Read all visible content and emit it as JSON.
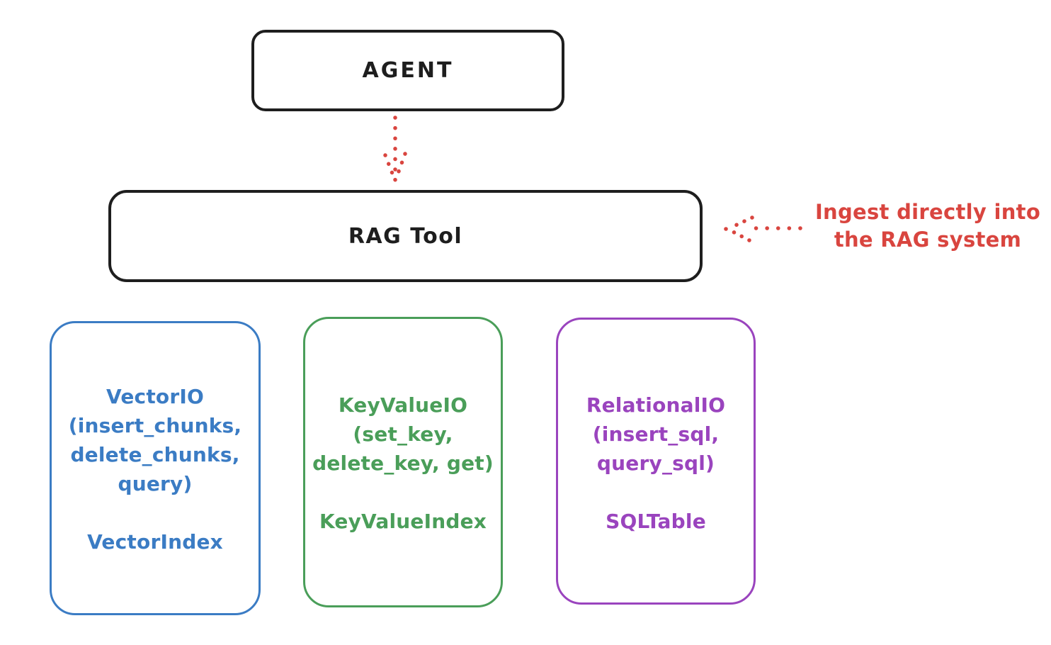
{
  "agent": {
    "label": "AGENT"
  },
  "rag_tool": {
    "label": "RAG Tool"
  },
  "annotation": {
    "line1": "Ingest directly into",
    "line2": "the RAG system"
  },
  "arrows": {
    "agent_to_rag": "dotted-red-arrow-down",
    "annotation_to_rag": "dotted-red-arrow-left"
  },
  "io_boxes": [
    {
      "name": "vector-io",
      "accent": "#3b7cc4",
      "lines": [
        "VectorIO",
        "(insert_chunks,",
        "delete_chunks,",
        "query)"
      ],
      "index_label": "VectorIndex"
    },
    {
      "name": "key-value-io",
      "accent": "#4a9e59",
      "lines": [
        "KeyValueIO",
        "(set_key,",
        "delete_key, get)"
      ],
      "index_label": "KeyValueIndex"
    },
    {
      "name": "relational-io",
      "accent": "#9a44be",
      "lines": [
        "RelationalIO",
        "(insert_sql,",
        "query_sql)"
      ],
      "index_label": "SQLTable"
    }
  ],
  "palette": {
    "ink": "#1e1e1e",
    "red": "#d9453f",
    "blue": "#3b7cc4",
    "green": "#4a9e59",
    "purple": "#9a44be",
    "background": "#ffffff"
  }
}
